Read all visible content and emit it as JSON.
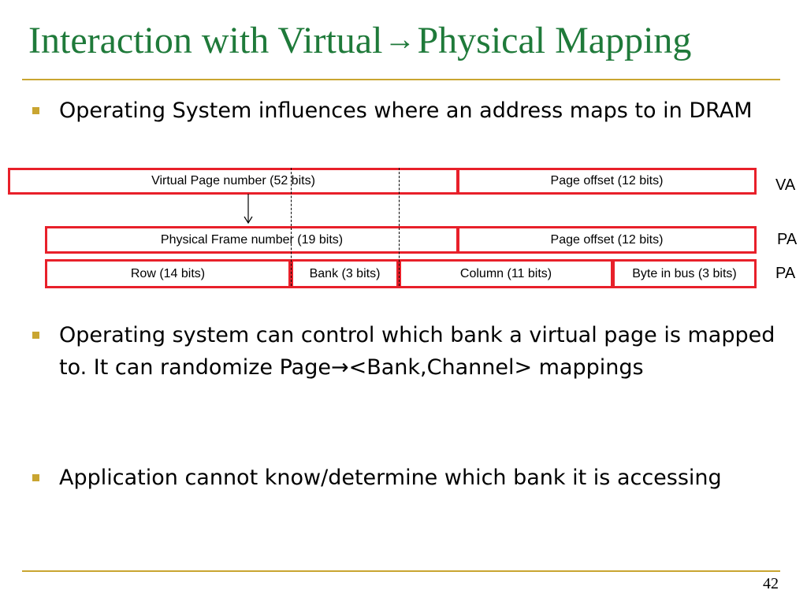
{
  "title": {
    "part1": "Interaction with Virtual",
    "arrow": "→",
    "part2": "Physical Mapping"
  },
  "bullets": [
    "Operating System influences where an address maps to in DRAM",
    "Operating system can control which bank a virtual page is mapped to. It can randomize Page→<Bank,Channel> mappings",
    "Application cannot know/determine which bank it is accessing"
  ],
  "diagram": {
    "va_row": {
      "fields": [
        "Virtual Page number (52 bits)",
        "Page offset (12 bits)"
      ],
      "label": "VA"
    },
    "pa_row": {
      "fields": [
        "Physical Frame number (19 bits)",
        "Page offset (12 bits)"
      ],
      "label": "PA"
    },
    "dram_row": {
      "fields": [
        "Row (14 bits)",
        "Bank (3 bits)",
        "Column (11 bits)",
        "Byte in bus (3 bits)"
      ],
      "label": "PA"
    }
  },
  "colors": {
    "title": "#1f7a3a",
    "accent": "#c9a531",
    "field_border": "#e8202a"
  },
  "page_number": "42"
}
